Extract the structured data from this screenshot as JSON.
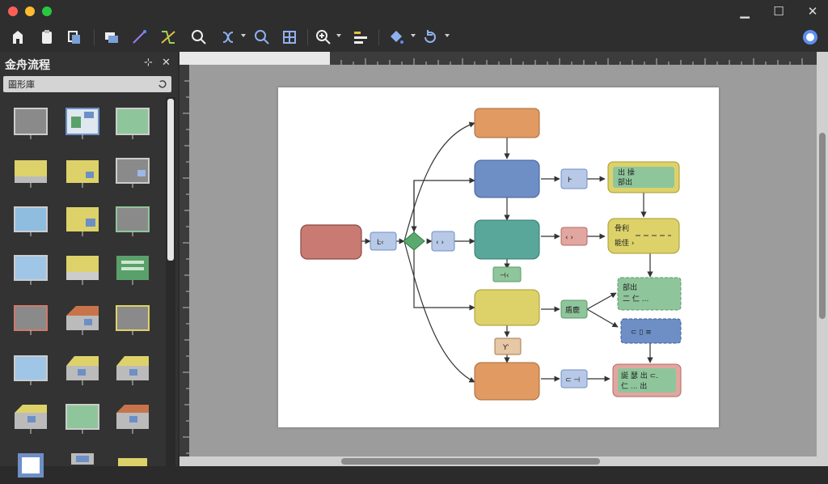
{
  "panel": {
    "title": "金舟流程",
    "pin_label": "⊹",
    "close_label": "✕",
    "search_text": "圖形庫"
  },
  "nodes": {
    "n1": "Ŀ‹",
    "n2": "‹ ›",
    "n3": "Ͱ",
    "g1_line1": "出 操",
    "g1_line2": "部出",
    "y1_line1": "骨利",
    "y1_line2": "能佳 ›",
    "mid": "⊣‹",
    "low": "Ƴ",
    "gr1": "盾鹿",
    "gr2_line1": "部出",
    "gr2_line2": "二 仁 ...",
    "blue_box": "⊂ ▯ ≡",
    "bottom_small": "⊂ ⊣",
    "rose_line1": "誕 瑟 出 ⊂.",
    "rose_line2": "仁 ... 出"
  },
  "colors": {
    "orange": "#e09a62",
    "blue": "#6e8fc6",
    "teal": "#58a79a",
    "yellow": "#ddd26a",
    "red": "#c97a72",
    "green": "#8fc59b",
    "rose": "#e2a6a0"
  }
}
